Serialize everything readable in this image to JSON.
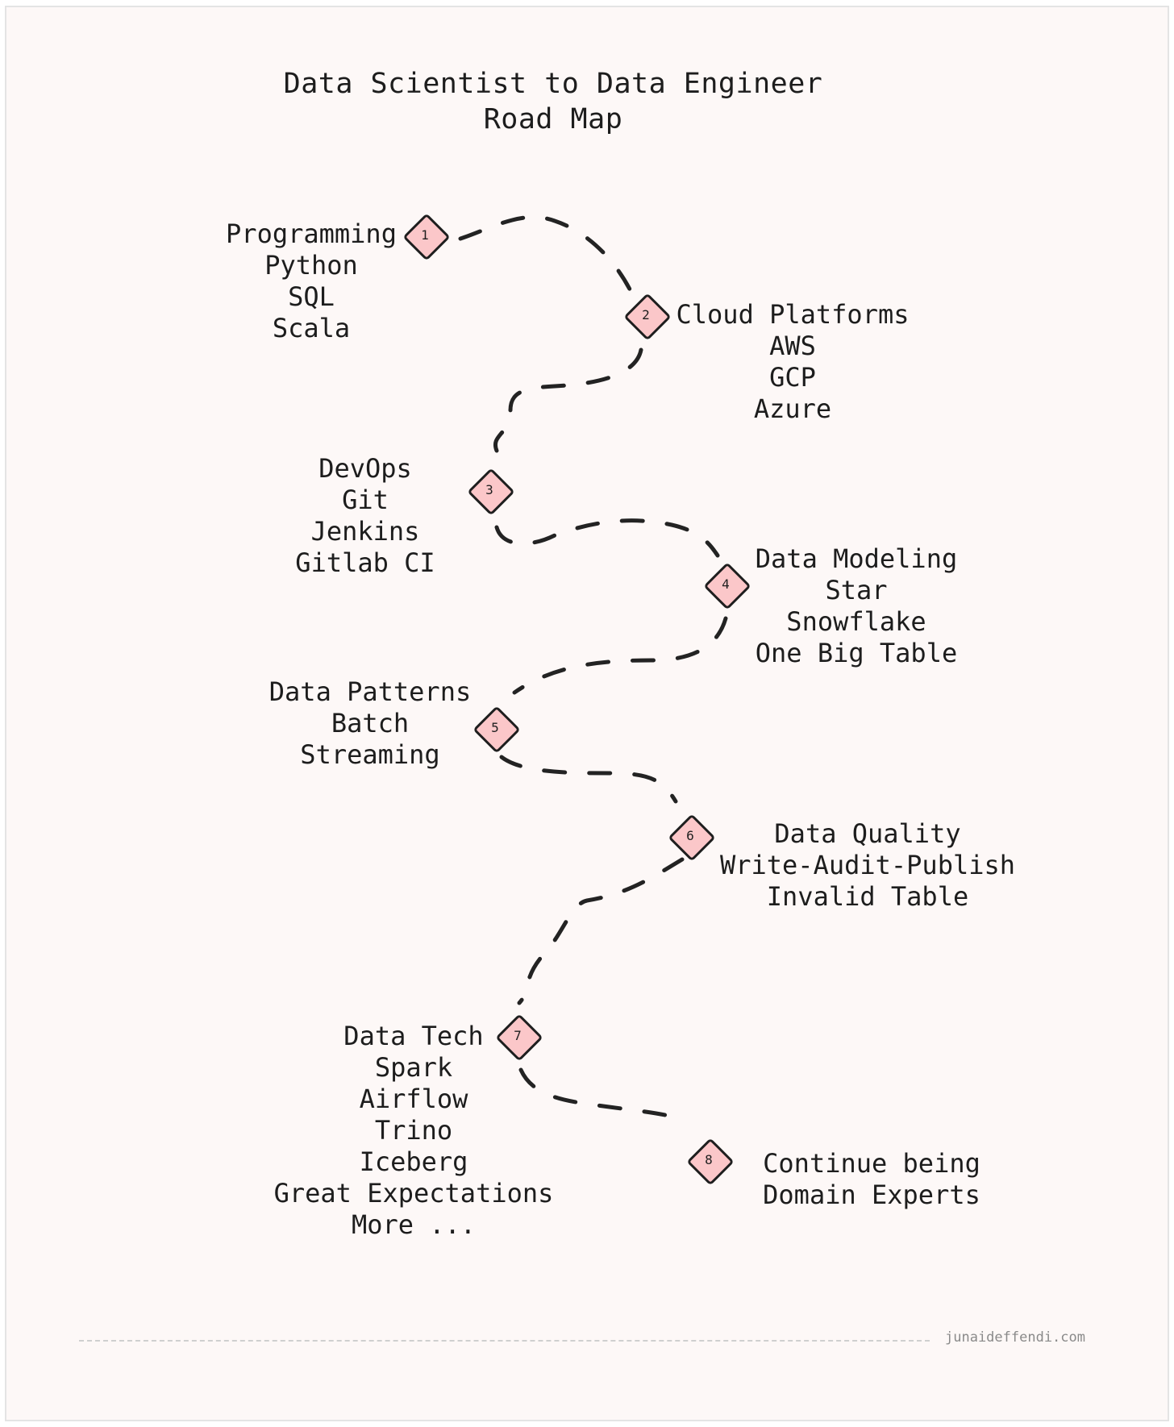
{
  "title": {
    "line1": "Data Scientist to Data Engineer",
    "line2": "Road Map"
  },
  "milestones": [
    {
      "number": "1",
      "lines": [
        "Programming",
        "Python",
        "SQL",
        "Scala"
      ]
    },
    {
      "number": "2",
      "lines": [
        "Cloud Platforms",
        "AWS",
        "GCP",
        "Azure"
      ]
    },
    {
      "number": "3",
      "lines": [
        "DevOps",
        "Git",
        "Jenkins",
        "Gitlab CI"
      ]
    },
    {
      "number": "4",
      "lines": [
        "Data Modeling",
        "Star",
        "Snowflake",
        "One Big Table"
      ]
    },
    {
      "number": "5",
      "lines": [
        "Data Patterns",
        "Batch",
        "Streaming"
      ]
    },
    {
      "number": "6",
      "lines": [
        "Data Quality",
        "Write-Audit-Publish",
        "Invalid Table"
      ]
    },
    {
      "number": "7",
      "lines": [
        "Data Tech",
        "Spark",
        "Airflow",
        "Trino",
        "Iceberg",
        "Great Expectations",
        "More  ..."
      ]
    },
    {
      "number": "8",
      "lines": [
        "Continue being",
        "Domain Experts"
      ]
    }
  ],
  "footer": {
    "credit": "junaideffendi.com"
  },
  "colors": {
    "background": "#fdf8f7",
    "marker_fill": "#fbc7c9",
    "ink": "#1d1d1d"
  }
}
